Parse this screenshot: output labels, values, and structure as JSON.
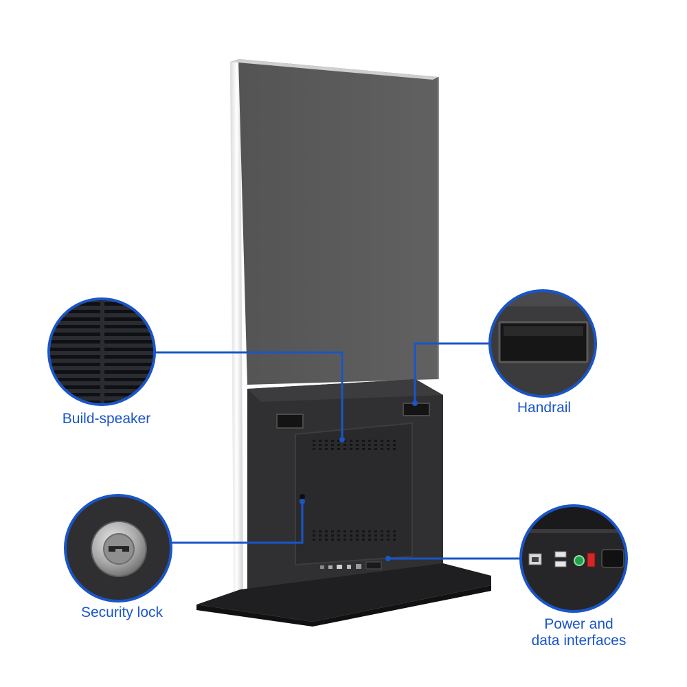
{
  "callouts": {
    "speaker": "Build-speaker",
    "handrail": "Handrail",
    "lock": "Security lock",
    "power_line1": "Power and",
    "power_line2": "data interfaces"
  },
  "colors": {
    "accent": "#1a55c8",
    "screen": "#5b5b5b",
    "body": "#2f2f31",
    "frame": "#e9e9e9"
  }
}
